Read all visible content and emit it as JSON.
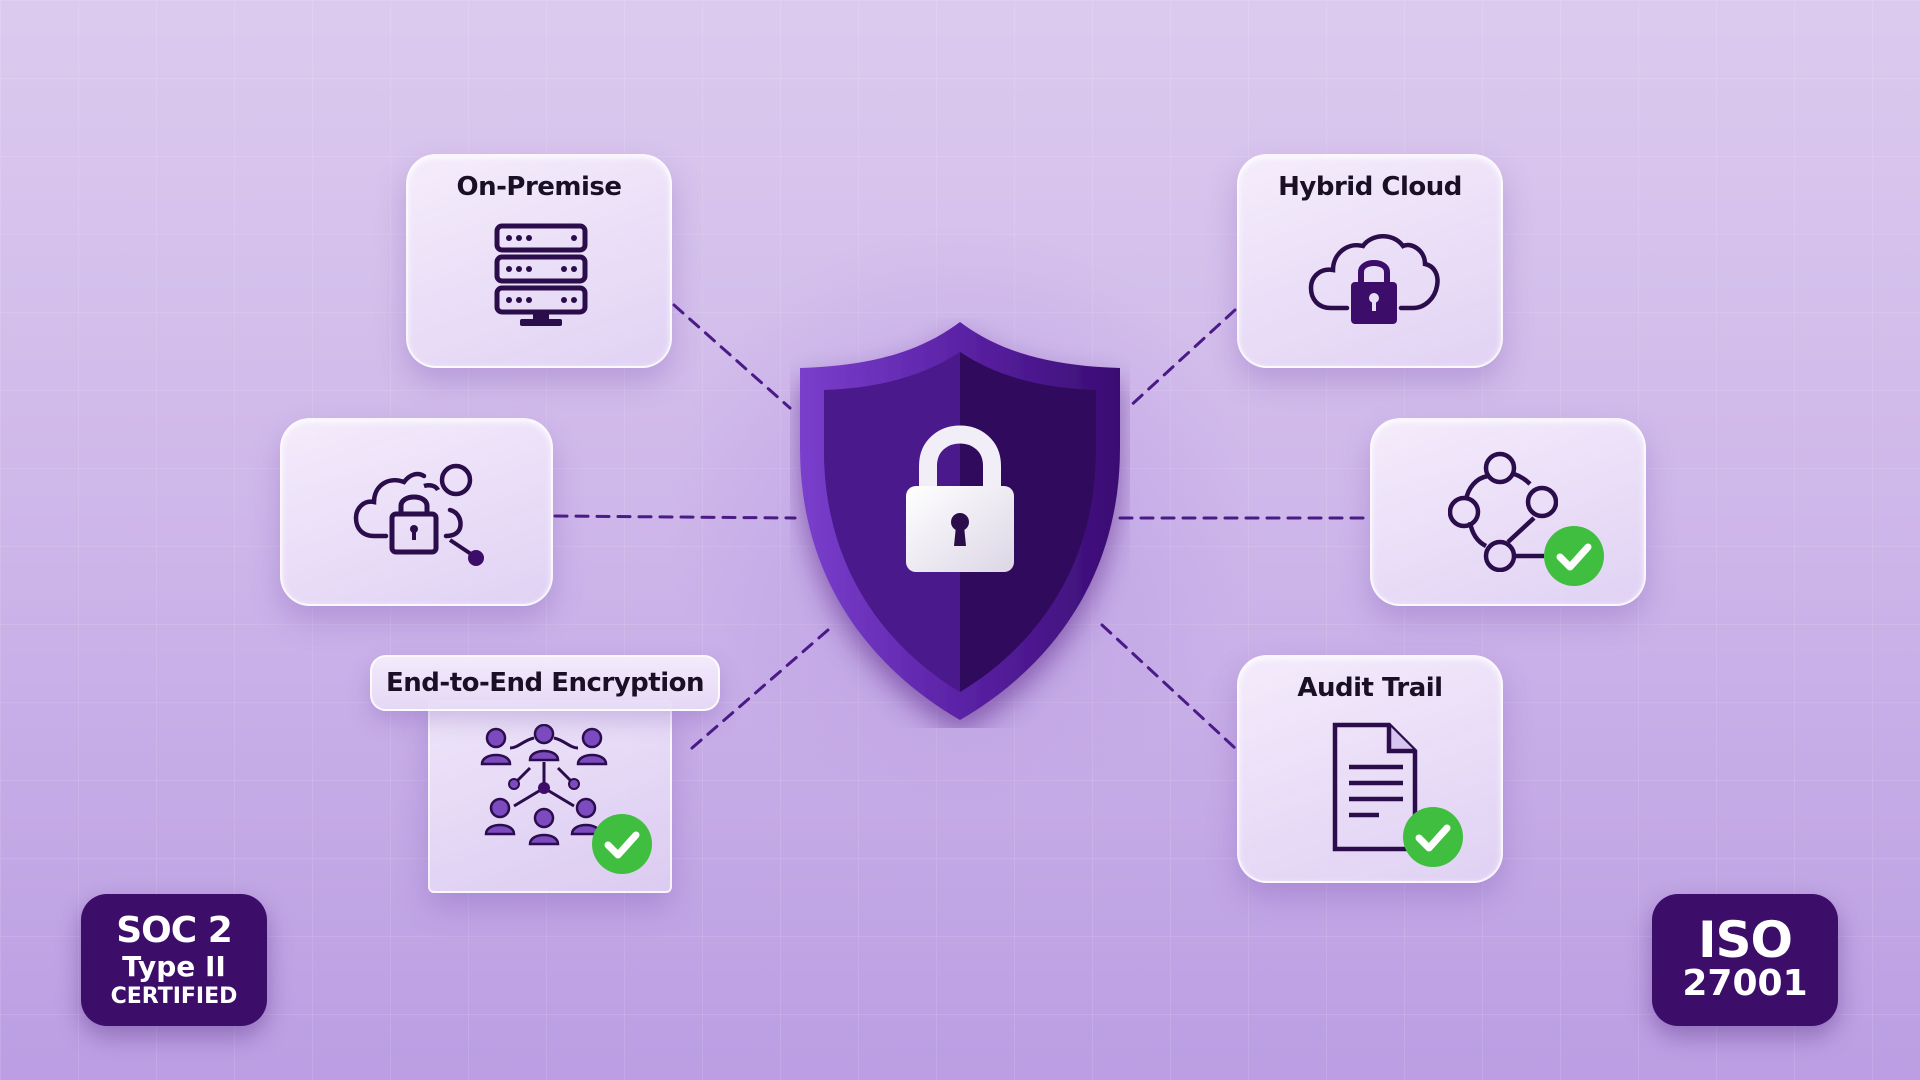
{
  "diagram": {
    "center": {
      "icon": "shield-lock-icon",
      "label": ""
    },
    "nodes": [
      {
        "id": "on-premise",
        "title": "On-Premise",
        "icon": "server-rack-icon",
        "check": false
      },
      {
        "id": "hybrid-cloud",
        "title": "Hybrid Cloud",
        "icon": "cloud-lock-icon",
        "check": false
      },
      {
        "id": "cloud-access",
        "title": "",
        "icon": "cloud-lock-user-network-icon",
        "check": false
      },
      {
        "id": "network-verified",
        "title": "",
        "icon": "network-nodes-icon",
        "check": true
      },
      {
        "id": "e2e-encryption",
        "title": "End-to-End Encryption",
        "icon": "user-network-icon",
        "check": true
      },
      {
        "id": "audit-trail",
        "title": "Audit Trail",
        "icon": "document-icon",
        "check": true
      }
    ]
  },
  "badges": {
    "soc2": {
      "line1": "SOC 2",
      "line2": "Type II",
      "line3": "CERTIFIED"
    },
    "iso": {
      "line1": "ISO",
      "line2": "27001"
    }
  },
  "colors": {
    "primary": "#3c0e6a",
    "shield_light": "#6b33b8",
    "shield_dark": "#2e0a55",
    "icon_stroke": "#2a0d4a",
    "check_green": "#3fbe3f",
    "background_top": "#dccaee",
    "background_bottom": "#bb9ee3"
  }
}
